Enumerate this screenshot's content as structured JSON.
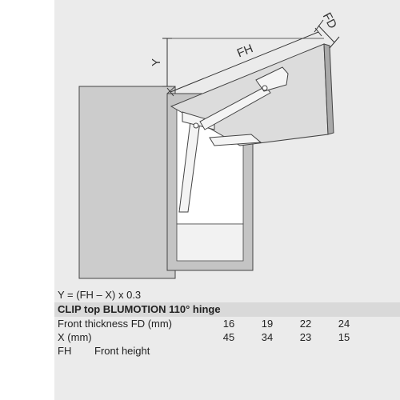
{
  "diagram": {
    "labels": {
      "y": "Y",
      "fh": "FH",
      "fd": "FD"
    }
  },
  "formula": "Y = (FH – X) x 0.3",
  "hinge_title": "CLIP top BLUMOTION 110° hinge",
  "table": {
    "rows": [
      {
        "label": "Front thickness FD (mm)",
        "values": [
          "16",
          "19",
          "22",
          "24"
        ]
      },
      {
        "label": "X (mm)",
        "values": [
          "45",
          "34",
          "23",
          "15"
        ]
      }
    ]
  },
  "legend": {
    "abbr": "FH",
    "text": "Front height"
  },
  "colors": {
    "panel": "#ebebeb",
    "title_band": "#d9d9d9",
    "cabinet_side": "#cccccc",
    "cabinet_inner": "#ffffff",
    "door": "#dcdcdc",
    "hardware": "#f4f4f4",
    "outline": "#444444"
  }
}
